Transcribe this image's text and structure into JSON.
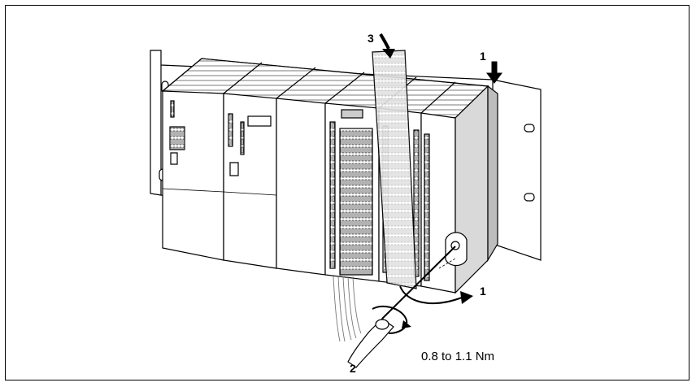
{
  "figure": {
    "callouts": {
      "step_1_top": "1",
      "step_3": "3",
      "step_1_bottom": "1",
      "step_2": "2"
    },
    "torque_label": "0.8 to 1.1 Nm"
  },
  "colors": {
    "line": "#000000",
    "module_face": "#ffffff",
    "module_side": "#d9d9d9",
    "shadow": "#bdbdbd"
  }
}
